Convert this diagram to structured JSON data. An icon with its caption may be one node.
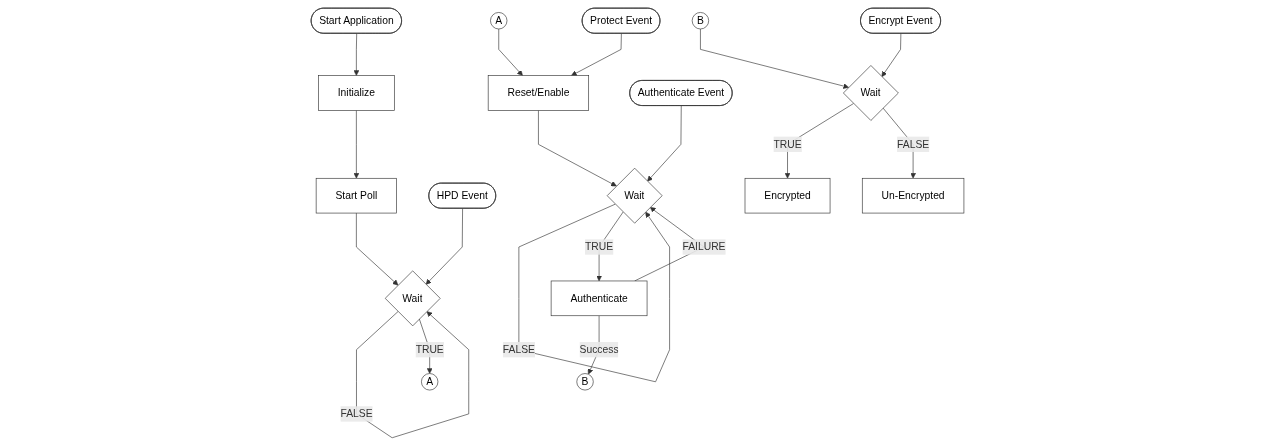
{
  "diagram": {
    "nodes": [
      {
        "text": [
          "Start Application"
        ]
      },
      {
        "text": [
          "Initialize"
        ]
      },
      {
        "text": [
          "Start Poll"
        ]
      },
      {
        "text": [
          "HPD Event"
        ]
      },
      {
        "text": [
          "Wait"
        ]
      },
      {
        "text": [
          "A"
        ]
      },
      {
        "text": [
          "A"
        ]
      },
      {
        "text": [
          "Protect Event"
        ]
      },
      {
        "text": [
          "Reset/Enable"
        ]
      },
      {
        "text": [
          "Authenticate Event"
        ]
      },
      {
        "text": [
          "Wait"
        ]
      },
      {
        "text": [
          "Authenticate"
        ]
      },
      {
        "text": [
          "B"
        ]
      },
      {
        "text": [
          "B"
        ]
      },
      {
        "text": [
          "Encrypt Event"
        ]
      },
      {
        "text": [
          "Wait"
        ]
      },
      {
        "text": [
          "Encrypted"
        ]
      },
      {
        "text": [
          "Un-Encrypted"
        ]
      }
    ],
    "edges": [
      {
        "from": 0,
        "to": 1,
        "arrow": "to"
      },
      {
        "from": 1,
        "to": 2,
        "arrow": "to"
      },
      {
        "from": 2,
        "to": 4,
        "arrow": "to"
      },
      {
        "from": 3,
        "to": 4,
        "arrow": "to"
      },
      {
        "from": 4,
        "to": 4,
        "label": "FALSE",
        "arrow": "to"
      },
      {
        "from": 4,
        "to": 5,
        "label": "TRUE",
        "arrow": "to"
      },
      {
        "from": 6,
        "to": 8,
        "arrow": "to"
      },
      {
        "from": 7,
        "to": 8,
        "arrow": "to"
      },
      {
        "from": 8,
        "to": 10,
        "arrow": "to"
      },
      {
        "from": 9,
        "to": 10,
        "arrow": "to"
      },
      {
        "from": 10,
        "to": 10,
        "label": "FALSE",
        "arrow": "to"
      },
      {
        "from": 10,
        "to": 11,
        "label": "TRUE",
        "arrow": "to"
      },
      {
        "from": 11,
        "to": 10,
        "label": "FAILURE",
        "arrow": "to"
      },
      {
        "from": 11,
        "to": 12,
        "label": "Success",
        "arrow": "to"
      },
      {
        "from": 13,
        "to": 15,
        "arrow": "to"
      },
      {
        "from": 14,
        "to": 15,
        "arrow": "to"
      },
      {
        "from": 15,
        "to": 16,
        "label": "TRUE",
        "arrow": "to"
      },
      {
        "from": 15,
        "to": 17,
        "label": "FALSE",
        "arrow": "to"
      }
    ]
  }
}
